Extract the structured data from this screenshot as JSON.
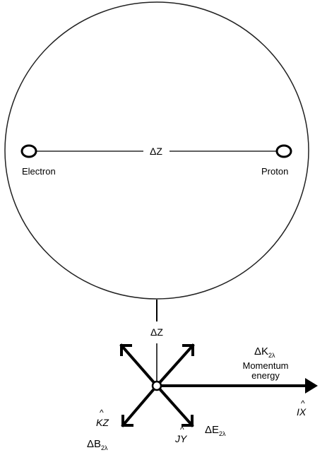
{
  "atom": {
    "electron_label": "Electron",
    "proton_label": "Proton",
    "separation_label": "ΔZ"
  },
  "axis": {
    "dz_label": "ΔZ",
    "dk_base": "ΔK",
    "dk_sub": "2λ",
    "momentum_line1": "Momentum",
    "momentum_line2": "energy",
    "ix_label": "IX",
    "kz_label": "KZ",
    "jy_label": "JY",
    "db_base": "ΔB",
    "db_sub": "2λ",
    "de_base": "ΔE",
    "de_sub": "2λ",
    "hat_glyph": "^"
  }
}
